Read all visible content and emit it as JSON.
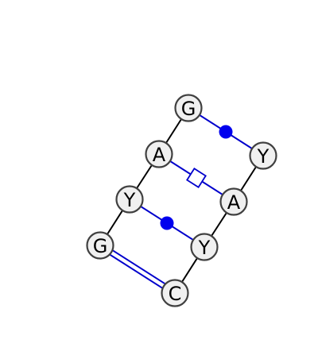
{
  "diagram": {
    "nucleotides": [
      {
        "id": "g1",
        "label": "G"
      },
      {
        "id": "a1",
        "label": "A"
      },
      {
        "id": "y1",
        "label": "Y"
      },
      {
        "id": "g2",
        "label": "G"
      },
      {
        "id": "y2",
        "label": "Y"
      },
      {
        "id": "a2",
        "label": "A"
      },
      {
        "id": "y3",
        "label": "Y"
      },
      {
        "id": "c1",
        "label": "C"
      }
    ],
    "pairs": [
      {
        "from": "g1",
        "to": "y2",
        "symbol": "dot"
      },
      {
        "from": "a1",
        "to": "a2",
        "symbol": "open-square"
      },
      {
        "from": "y1",
        "to": "y3",
        "symbol": "dot"
      },
      {
        "from": "g2",
        "to": "c1",
        "symbol": "double-line"
      }
    ],
    "colors": {
      "pair": "#0000cc",
      "backbone": "#000000",
      "node_fill": "#f0f0f0",
      "node_stroke": "#404040"
    }
  }
}
